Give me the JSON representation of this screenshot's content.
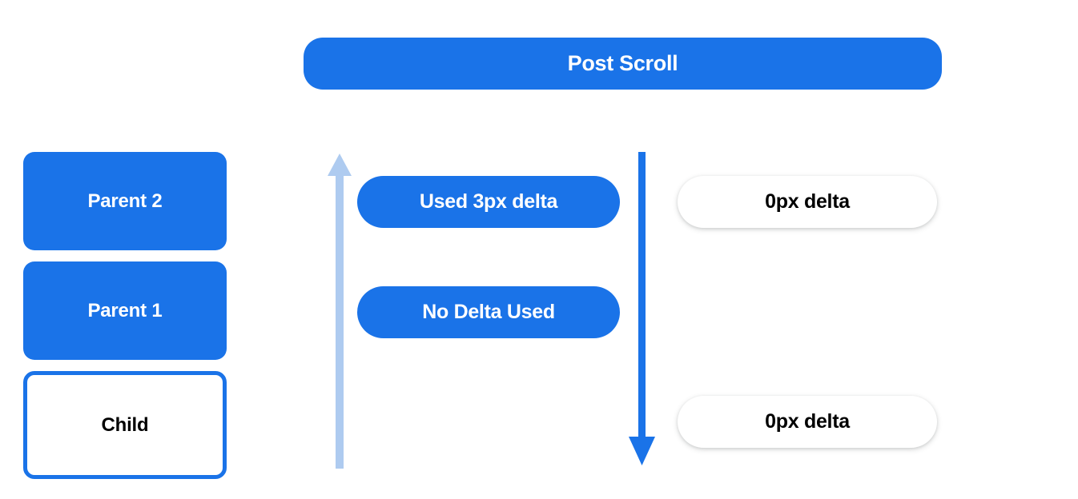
{
  "header": {
    "title": "Post Scroll"
  },
  "colors": {
    "brand_blue": "#1a73e8",
    "arrow_light_blue": "#aecbf0",
    "background": "#ffffff",
    "text_dark": "#000000",
    "text_light": "#ffffff"
  },
  "stack": {
    "boxes": [
      {
        "label": "Parent 2",
        "style": "filled"
      },
      {
        "label": "Parent 1",
        "style": "filled"
      },
      {
        "label": "Child",
        "style": "outlined"
      }
    ]
  },
  "arrows": {
    "up": {
      "name": "scroll-propagation-up-arrow",
      "direction": "up",
      "color": "#aecbf0"
    },
    "down": {
      "name": "scroll-propagation-down-arrow",
      "direction": "down",
      "color": "#1a73e8"
    }
  },
  "center_column": {
    "pills": [
      {
        "label": "Used 3px delta",
        "style": "blue"
      },
      {
        "label": "No Delta Used",
        "style": "blue"
      }
    ]
  },
  "right_column": {
    "pills": [
      {
        "label": "0px delta",
        "style": "white"
      },
      {
        "label": "0px delta",
        "style": "white"
      }
    ]
  }
}
